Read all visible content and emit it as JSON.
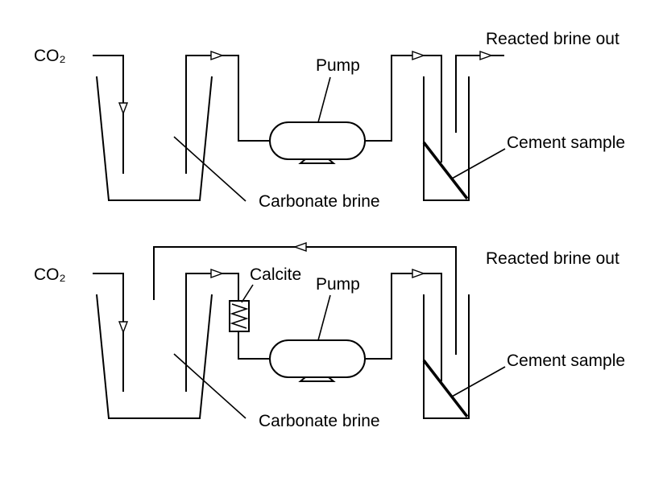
{
  "diagram": {
    "top": {
      "gas_label": "CO₂",
      "pump_label": "Pump",
      "outlet_label": "Reacted brine out",
      "sample_label": "Cement sample",
      "reservoir_label": "Carbonate brine"
    },
    "bottom": {
      "gas_label": "CO₂",
      "filter_label": "Calcite",
      "pump_label": "Pump",
      "outlet_label": "Reacted brine out",
      "sample_label": "Cement sample",
      "reservoir_label": "Carbonate brine"
    }
  }
}
